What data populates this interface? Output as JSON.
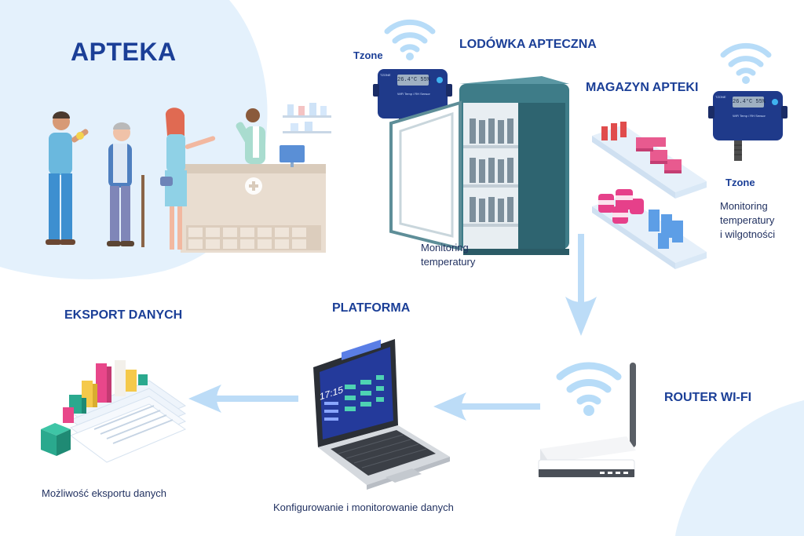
{
  "colors": {
    "title": "#1b3f97",
    "caption": "#1f2f5f",
    "bg_blob": "#e4f1fc",
    "arrow": "#bcdcf7",
    "wifi": "#b7dcf8"
  },
  "pharmacy": {
    "title": "APTEKA"
  },
  "fridge": {
    "title": "LODÓWKA APTECZNA",
    "sensor_label": "Tzone",
    "caption": "Monitoring temperatury"
  },
  "warehouse": {
    "title": "MAGAZYN APTEKI",
    "sensor_label": "Tzone",
    "caption_lines": [
      "Monitoring",
      "temperatury",
      "i wilgotności"
    ]
  },
  "router": {
    "title": "ROUTER WI-FI"
  },
  "platform": {
    "title": "PLATFORMA",
    "caption": "Konfigurowanie i monitorowanie danych",
    "screen_time": "17:15"
  },
  "export": {
    "title": "EKSPORT DANYCH",
    "caption": "Możliwość eksportu danych"
  },
  "sensor": {
    "display": "26.4°C 55%",
    "brand": "TZONE",
    "model": "WiFi Temp / RH Sensor"
  },
  "icons": [
    "wifi-icon",
    "arrow-down-icon",
    "arrow-left-icon",
    "plus-icon",
    "bar-chart-icon",
    "laptop-icon",
    "router-icon"
  ]
}
